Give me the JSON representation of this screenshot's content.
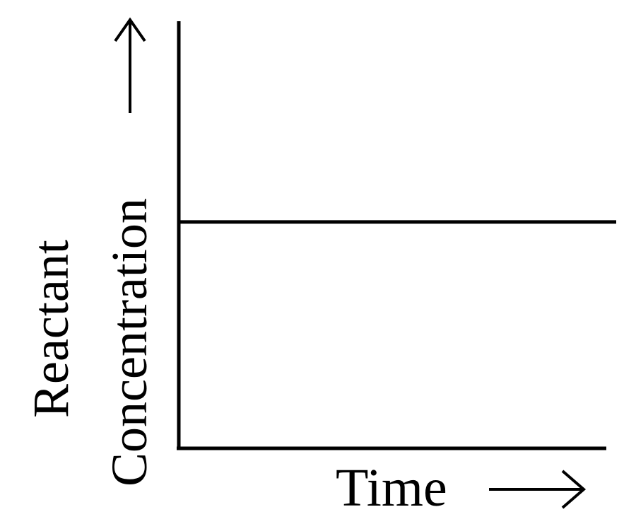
{
  "chart_data": {
    "type": "line",
    "title": "",
    "xlabel": "Time",
    "ylabel_lines": [
      "Reactant",
      "Concentration"
    ],
    "xlim": [
      0,
      1
    ],
    "ylim": [
      0,
      1
    ],
    "grid": false,
    "legend": "none",
    "series": [
      {
        "x": [
          0,
          1
        ],
        "y": [
          0.53,
          0.53
        ]
      }
    ]
  },
  "colors": {
    "line": "#000000",
    "background": "#ffffff"
  }
}
